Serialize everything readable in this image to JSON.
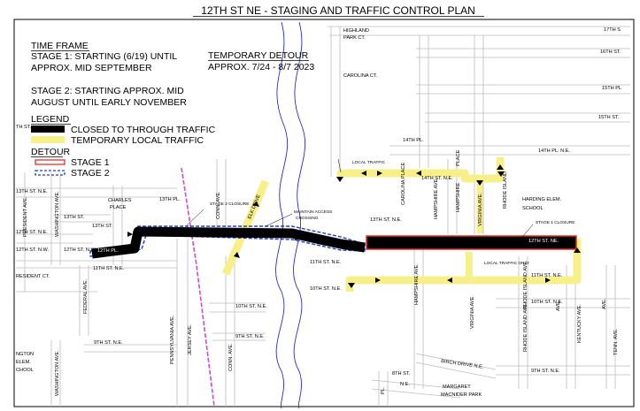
{
  "title": "12TH ST NE - STAGING AND TRAFFIC CONTROL PLAN",
  "time_frame": {
    "heading": "TIME FRAME",
    "stage1_line1": "STAGE 1: STARTING (6/19) UNTIL",
    "stage1_line2": "APPROX. MID SEPTEMBER",
    "stage2_line1": "STAGE 2: STARTING APPROX. MID",
    "stage2_line2": "AUGUST UNTIL EARLY NOVEMBER"
  },
  "detour_note": {
    "heading": "TEMPORARY DETOUR",
    "dates": "APPROX. 7/24 - 8/7  2023"
  },
  "legend": {
    "heading": "LEGEND",
    "closed": "CLOSED TO THROUGH TRAFFIC",
    "local": "TEMPORARY LOCAL TRAFFIC",
    "detour_heading": "DETOUR",
    "stage1": "STAGE 1",
    "stage2": "STAGE 2"
  },
  "colors": {
    "closed": "#000000",
    "local_traffic": "#f7f08a",
    "stage1": "#e0312b",
    "stage2": "#1f3fbf",
    "river": "#2a2ad6",
    "rail": "#d24bc8"
  },
  "annotations": {
    "stage2_closure": "STAGE 2 CLOSURE",
    "maintain_access_1": "MAINTAIN ACCESS",
    "maintain_access_2": "CROSSING",
    "stage1_closure": "STAGE 1 CLOSURE",
    "local_traffic": "LOCAL TRAFFIC",
    "local_traffic_only": "LOCAL TRAFFIC ONLY"
  },
  "streets": {
    "highland_park_1": "HIGHLAND",
    "highland_park_2": "PARK CT.",
    "carolina_ct": "CAROLINA CT.",
    "s17th": "17TH S",
    "s16th": "16TH ST.",
    "s15th_pl": "15TH PL",
    "s15th": "15TH ST.",
    "th_st": "TH ST.",
    "s14th_pl": "14TH PL.",
    "s14th_pl_ne": "14TH PL. N.E.",
    "s14th_ne": "14TH ST. N.E.",
    "s13th_ne_w": "13TH ST. N.E.",
    "s13th_w": "13TH ST.",
    "s13th_pl": "13TH PL.",
    "s13th_ne_c": "13TH ST. N.E.",
    "s13th_st": "13TH ST.",
    "s12th_ne_w": "12TH ST. N.E.",
    "s12th_pl": "12TH PL.",
    "s12th_nw_a": "12TH ST. N.W.",
    "s12th_nw_b": "12TH ST. N.W.",
    "s12th_ne_e": "12TH ST. NE.",
    "s11th_ne_w": "11TH ST. N.E.",
    "s11th_ne_c": "11TH ST. N.E.",
    "s11th_ne_e": "11TH ST. N.E.",
    "s10th_ne_w": "10TH ST. N.E.",
    "s10th_ne_c": "10TH ST. N.E.",
    "s10th_ne_e": "10TH ST. N.E.",
    "s9th_ne_w": "9TH ST. N.E.",
    "s9th_ne_e": "9TH ST. N.E.",
    "s9th_ne_c": "9TH ST. N.E.",
    "s8th": "8TH ST.",
    "ne": "N.E.",
    "birch": "BIRCH DRIVE N.E.",
    "president_ave": "PRESIDENT AVE.",
    "washington_ave": "WASHINGTON AVE.",
    "washington_ave_2": "WASHINGTON AVE.",
    "charles_1": "CHARLES",
    "charles_2": "PLACE",
    "federal_ave": "FEDERAL AVE.",
    "pennsylvania_ave": "PENNSYLVANIA AVE.",
    "jersey_ave": "JERSEY AVE.",
    "conn_ave": "CONN. AVE.",
    "conn_ave_2": "CONN. AVE.",
    "elk_drive": "ELK DRIVE",
    "carolina_place": "CAROLINA PLACE",
    "hampshire_1": "HAMPSHIRE AVE.",
    "hampshire_2": "HAMPSHIRE",
    "hampshire_3": "HAMPSHIRE AVE.",
    "place": "PLACE",
    "virginia_1": "VIRGINIA AVE.",
    "virginia_2": "VIRGINIA AVE.",
    "rhode_island_1": "RHODE ISLAND",
    "rhode_island_2": "RHODE ISLAND AVE.",
    "rhode_island_3": "RHODE ISLAND AVE.",
    "kentucky": "KENTUCKY AVE.",
    "tenn": "TENN. AVE.",
    "ave_fragment": "AVE.",
    "resident_ct": "RESIDENT CT.",
    "pl_fragment": "PL.",
    "harding_1": "HARDING ELEM.",
    "harding_2": "SCHOOL",
    "wash_elem_1": "NGTON",
    "wash_elem_2": "ELEM.",
    "wash_elem_3": "CHOOL",
    "margaret_1": "MARGARET",
    "margaret_2": "MACNIDER PARK"
  }
}
